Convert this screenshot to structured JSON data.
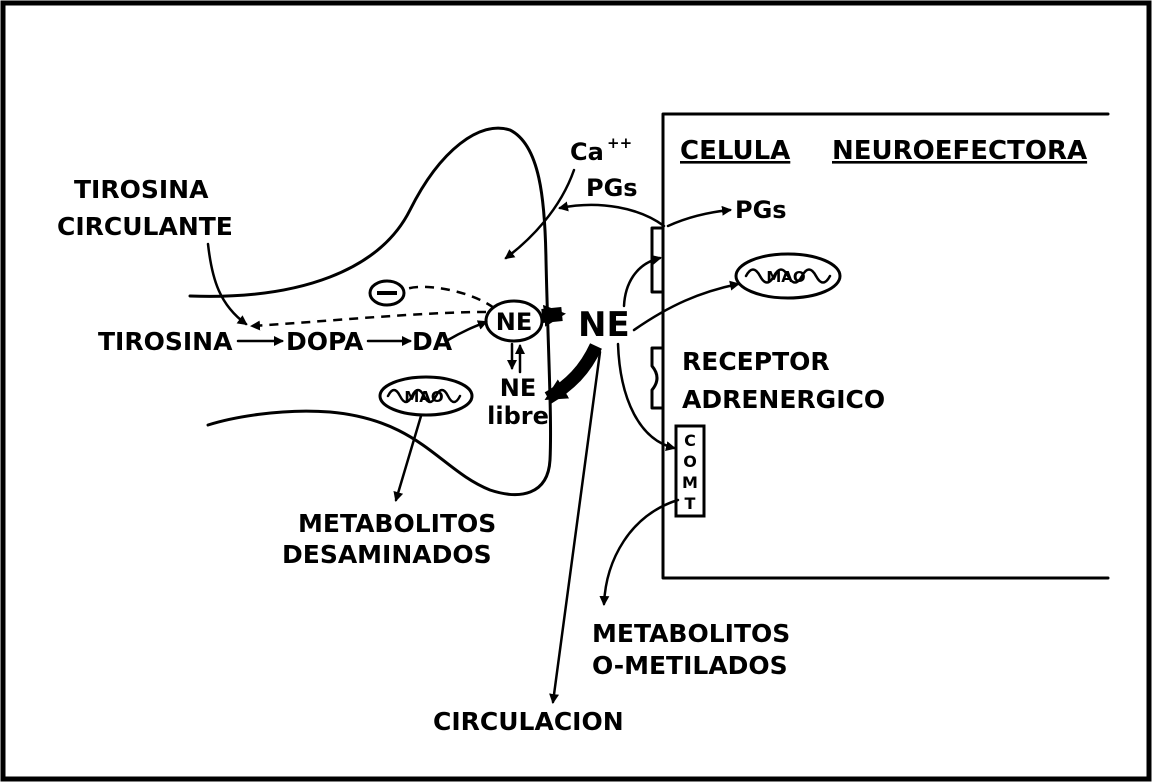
{
  "labels": {
    "celula": "CELULA",
    "neuroefectora": "NEUROEFECTORA",
    "tirosina_circulante_1": "TIROSINA",
    "tirosina_circulante_2": "CIRCULANTE",
    "calcium": "Ca",
    "calcium_charge": "++",
    "pgs_left": "PGs",
    "pgs_right": "PGs",
    "tirosina": "TIROSINA",
    "dopa": "DOPA",
    "da": "DA",
    "ne_vesicle": "NE",
    "ne_cleft": "NE",
    "ne_libre_1": "NE",
    "ne_libre_2": "libre",
    "mao_neuron": "MAO",
    "mao_cell": "MAO",
    "inhibition_sign": "−",
    "receptor_1": "RECEPTOR",
    "receptor_2": "ADRENERGICO",
    "comt_letters": [
      "C",
      "O",
      "M",
      "T"
    ],
    "met_desaminados_1": "METABOLITOS",
    "met_desaminados_2": "DESAMINADOS",
    "met_metilados_1": "METABOLITOS",
    "met_metilados_2": "O-METILADOS",
    "circulacion": "CIRCULACION"
  }
}
